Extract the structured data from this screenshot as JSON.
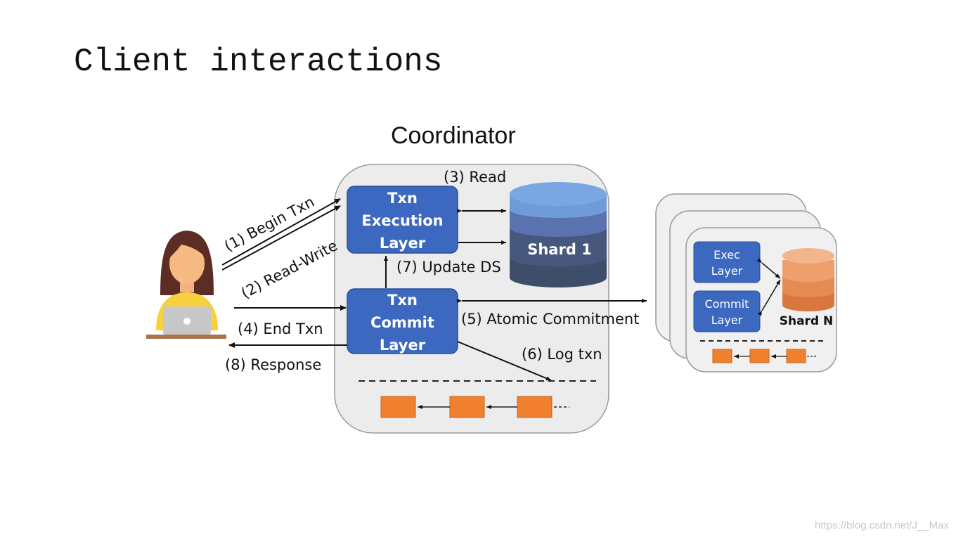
{
  "slide": {
    "title": "Client interactions"
  },
  "coordinator": {
    "title": "Coordinator",
    "execution_layer": [
      "Txn",
      "Execution",
      "Layer"
    ],
    "commit_layer": [
      "Txn",
      "Commit",
      "Layer"
    ],
    "shard_label": "Shard 1"
  },
  "flows": {
    "begin_txn": "(1) Begin Txn",
    "read_write": "(2) Read-Write",
    "read": "(3) Read",
    "end_txn": "(4) End Txn",
    "atomic_commitment": "(5) Atomic Commitment",
    "log_txn": "(6) Log txn",
    "update_ds": "(7) Update DS",
    "response": "(8) Response"
  },
  "remote_shard": {
    "exec_layer": [
      "Exec",
      "Layer"
    ],
    "commit_layer": [
      "Commit",
      "Layer"
    ],
    "shard_label": "Shard N"
  },
  "watermark": "https://blog.csdn.net/J__Max",
  "colors": {
    "layer_box": "#3c68bf",
    "log_block": "#f0802e",
    "panel_bg": "#ececec",
    "shard1_top": "#6f9bd8",
    "shard1_mid": "#5b72b0",
    "shard1_bottom": "#3d4d6a",
    "shardN": "#e8935b"
  }
}
